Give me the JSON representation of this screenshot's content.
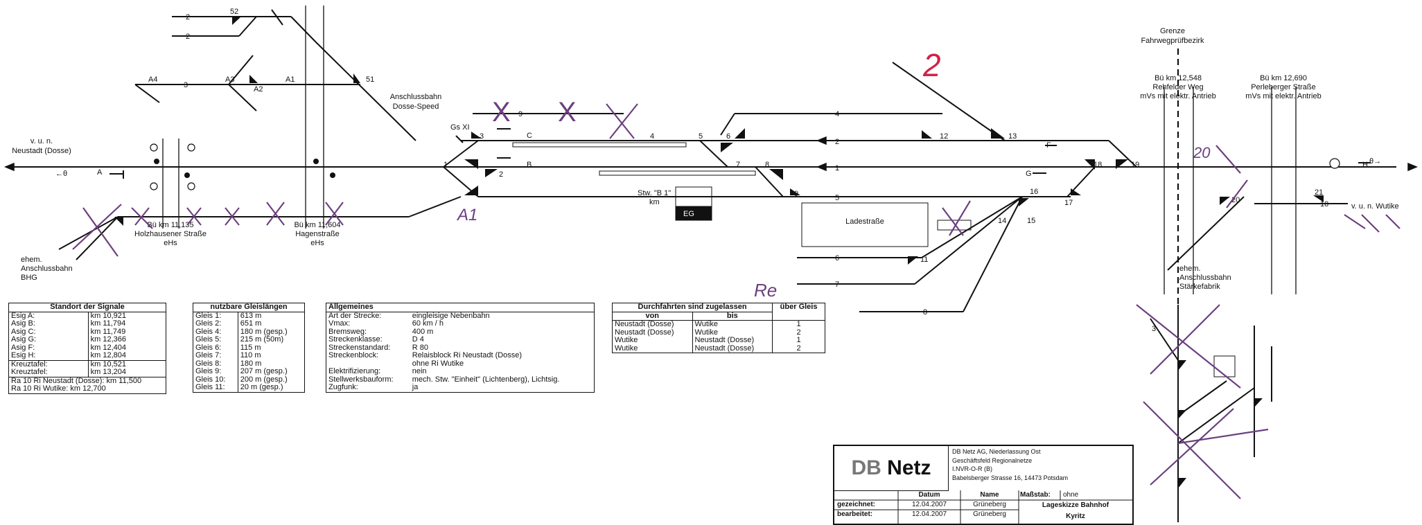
{
  "labels": {
    "neustadt": [
      "v. u. n.",
      "Neustadt (Dosse)"
    ],
    "wutike": "v. u. n. Wutike",
    "theta_left": "←θ",
    "theta_right": "θ→",
    "anschluss_dosse": [
      "Anschlussbahn",
      "Dosse-Speed"
    ],
    "gs_xi": "Gs XI",
    "stw_b1": [
      "Stw. \"B 1\"",
      "km"
    ],
    "eg": "EG",
    "ladestrasse": "Ladestraße",
    "grenze": [
      "Grenze",
      "Fahrwegprüfbezirk"
    ],
    "bue_rehfelder": [
      "Bü km 12,548",
      "Rehfelder Weg",
      "mVs mit elektr. Antrieb"
    ],
    "bue_perleberger": [
      "Bü km 12,690",
      "Perleberger Straße",
      "mVs mit elektr. Antrieb"
    ],
    "bue_holzhausener": [
      "Bü km 11,135",
      "Holzhausener Straße",
      "eHs"
    ],
    "bue_hagen": [
      "Bü km 11,604",
      "Hagenstraße",
      "eHs"
    ],
    "ehem_bhg": [
      "ehem.",
      "Anschlussbahn",
      "BHG"
    ],
    "ehem_staerke": [
      "ehem.",
      "Anschlussbahn",
      "Stärkefabrik"
    ],
    "signals": [
      "A",
      "A1",
      "A2",
      "A3",
      "A4",
      "B",
      "C",
      "F",
      "G",
      "H"
    ],
    "tracks": [
      "1",
      "2",
      "3",
      "4",
      "5",
      "6",
      "7",
      "8",
      "9",
      "10",
      "2",
      "2",
      "3"
    ],
    "switches": [
      "1",
      "2",
      "3",
      "4",
      "5",
      "6",
      "7",
      "8",
      "9",
      "11",
      "12",
      "13",
      "14",
      "15",
      "16",
      "17",
      "18",
      "19",
      "20",
      "21",
      "51",
      "52"
    ],
    "handwritten": [
      "2",
      "A1",
      "Re",
      "20"
    ],
    "cross_marks": [
      "X",
      "X"
    ]
  },
  "tables": {
    "signale": {
      "title": "Standort der Signale",
      "rows": [
        [
          "Esig A:",
          "km 10,921"
        ],
        [
          "Asig B:",
          "km 11,794"
        ],
        [
          "Asig C:",
          "km 11,749"
        ],
        [
          "Asig G:",
          "km 12,366"
        ],
        [
          "Asig F:",
          "km 12,404"
        ],
        [
          "Esig H:",
          "km 12,804"
        ],
        [
          "Kreuztafel:",
          "km 10,521"
        ],
        [
          "Kreuztafel:",
          "km 13,204"
        ]
      ],
      "ra10": [
        "Ra 10 Ri Neustadt (Dosse): km 11,500",
        "Ra 10 Ri Wutike:  km 12,700"
      ]
    },
    "gleise": {
      "title": "nutzbare Gleislängen",
      "rows": [
        [
          "Gleis 1:",
          "613 m"
        ],
        [
          "Gleis 2:",
          "651 m"
        ],
        [
          "Gleis 4:",
          "180 m (gesp.)"
        ],
        [
          "Gleis 5:",
          "215 m (50m)"
        ],
        [
          "Gleis 6:",
          "115 m"
        ],
        [
          "Gleis 7:",
          "110 m"
        ],
        [
          "Gleis 8:",
          "180 m"
        ],
        [
          "Gleis 9:",
          "207 m (gesp.)"
        ],
        [
          "Gleis 10:",
          "200 m (gesp.)"
        ],
        [
          "Gleis 11:",
          "20 m (gesp.)"
        ]
      ]
    },
    "allgemeines": {
      "title": "Allgemeines",
      "rows": [
        [
          "Art der Strecke:",
          "eingleisige Nebenbahn"
        ],
        [
          "Vmax:",
          "60 km / h"
        ],
        [
          "Bremsweg:",
          "400 m"
        ],
        [
          "Streckenklasse:",
          "D 4"
        ],
        [
          "Streckenstandard:",
          "R 80"
        ],
        [
          "Streckenblock:",
          "Relaisblock Ri Neustadt (Dosse)"
        ],
        [
          "",
          "ohne Ri Wutike"
        ],
        [
          "Elektrifizierung:",
          "nein"
        ],
        [
          "Stellwerksbauform:",
          "mech. Stw. \"Einheit\" (Lichtenberg), Lichtsig."
        ],
        [
          "Zugfunk:",
          "ja"
        ]
      ]
    },
    "durchfahrten": {
      "title": "Durchfahrten sind zugelassen",
      "col_gleis": "über Gleis",
      "col_von": "von",
      "col_bis": "bis",
      "rows": [
        [
          "Neustadt (Dosse)",
          "Wutike",
          "1"
        ],
        [
          "Neustadt (Dosse)",
          "Wutike",
          "2"
        ],
        [
          "Wutike",
          "Neustadt (Dosse)",
          "1"
        ],
        [
          "Wutike",
          "Neustadt (Dosse)",
          "2"
        ]
      ]
    }
  },
  "title_block": {
    "logo_db": "DB",
    "logo_netz": "Netz",
    "address": [
      "DB Netz AG, Niederlassung Ost",
      "Geschäftsfeld Regionalnetze",
      "I.NVR-O-R (B)",
      "Babelsberger Strasse 16, 14473 Potsdam"
    ],
    "col_datum": "Datum",
    "col_name": "Name",
    "col_massstab": "Maßstab:",
    "massstab_value": "ohne",
    "gezeichnet_label": "gezeichnet:",
    "bearbeitet_label": "bearbeitet:",
    "gezeichnet_date": "12.04.2007",
    "bearbeitet_date": "12.04.2007",
    "gezeichnet_name": "Grüneberg",
    "bearbeitet_name": "Grüneberg",
    "title_line1": "Lageskizze Bahnhof",
    "title_line2": "Kyritz"
  },
  "colors": {
    "ink": "#111111",
    "handwriting": "#6b3f7e",
    "handwriting_red": "#d2224a",
    "logo_grey": "#777777"
  }
}
